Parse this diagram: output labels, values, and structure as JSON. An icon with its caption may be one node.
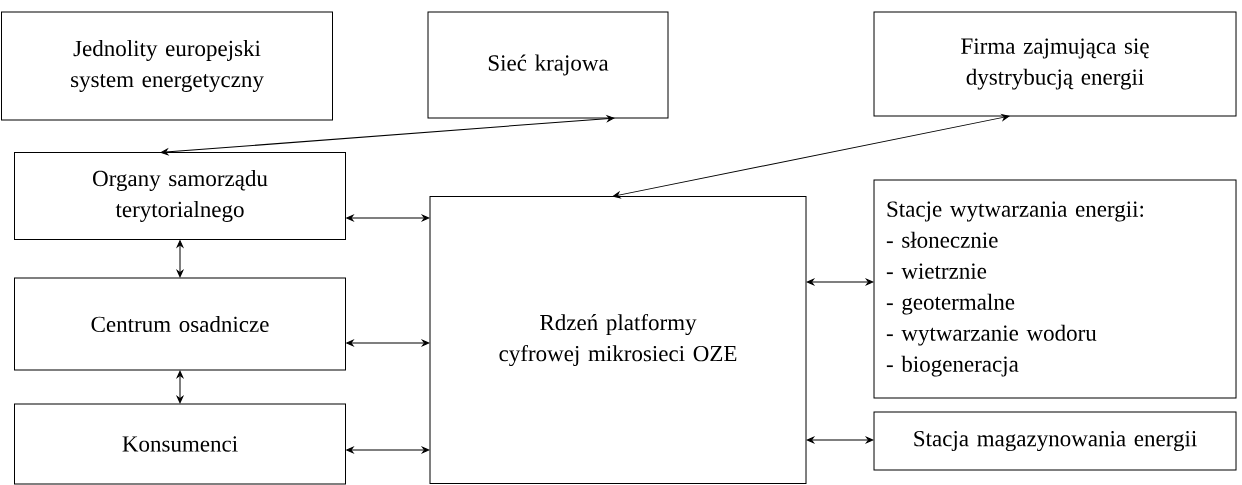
{
  "diagram": {
    "nodes": [
      {
        "text": [
          "Jednolity europejski system energetyczny"
        ]
      },
      {
        "text": [
          "Sieć krajowa"
        ]
      },
      {
        "text": [
          "Firma zajmująca się dystrybucją energii"
        ]
      },
      {
        "text": [
          "Organy samorządu terytorialnego"
        ]
      },
      {
        "text": [
          "Rdzeń platformy cyfrowej mikrosieci OZE"
        ]
      },
      {
        "text": [
          "Stacje wytwarzania energii:",
          "- słonecznie",
          "- wietrznie",
          "- geotermalne",
          "- wytwarzanie wodoru",
          "- biogeneracja"
        ]
      },
      {
        "text": [
          "Centrum osadnicze"
        ]
      },
      {
        "text": [
          "Stacja magazynowania energii"
        ]
      },
      {
        "text": [
          "Konsumenci"
        ]
      }
    ],
    "edges": [
      {
        "from": 1,
        "to": 3,
        "arrow": "both"
      },
      {
        "from": 2,
        "to": 4,
        "arrow": "both"
      },
      {
        "from": 3,
        "to": 4,
        "arrow": "both"
      },
      {
        "from": 3,
        "to": 6,
        "arrow": "both"
      },
      {
        "from": 6,
        "to": 4,
        "arrow": "both"
      },
      {
        "from": 6,
        "to": 8,
        "arrow": "both"
      },
      {
        "from": 4,
        "to": 5,
        "arrow": "both"
      },
      {
        "from": 4,
        "to": 7,
        "arrow": "both"
      },
      {
        "from": 8,
        "to": 4,
        "arrow": "both"
      }
    ]
  }
}
